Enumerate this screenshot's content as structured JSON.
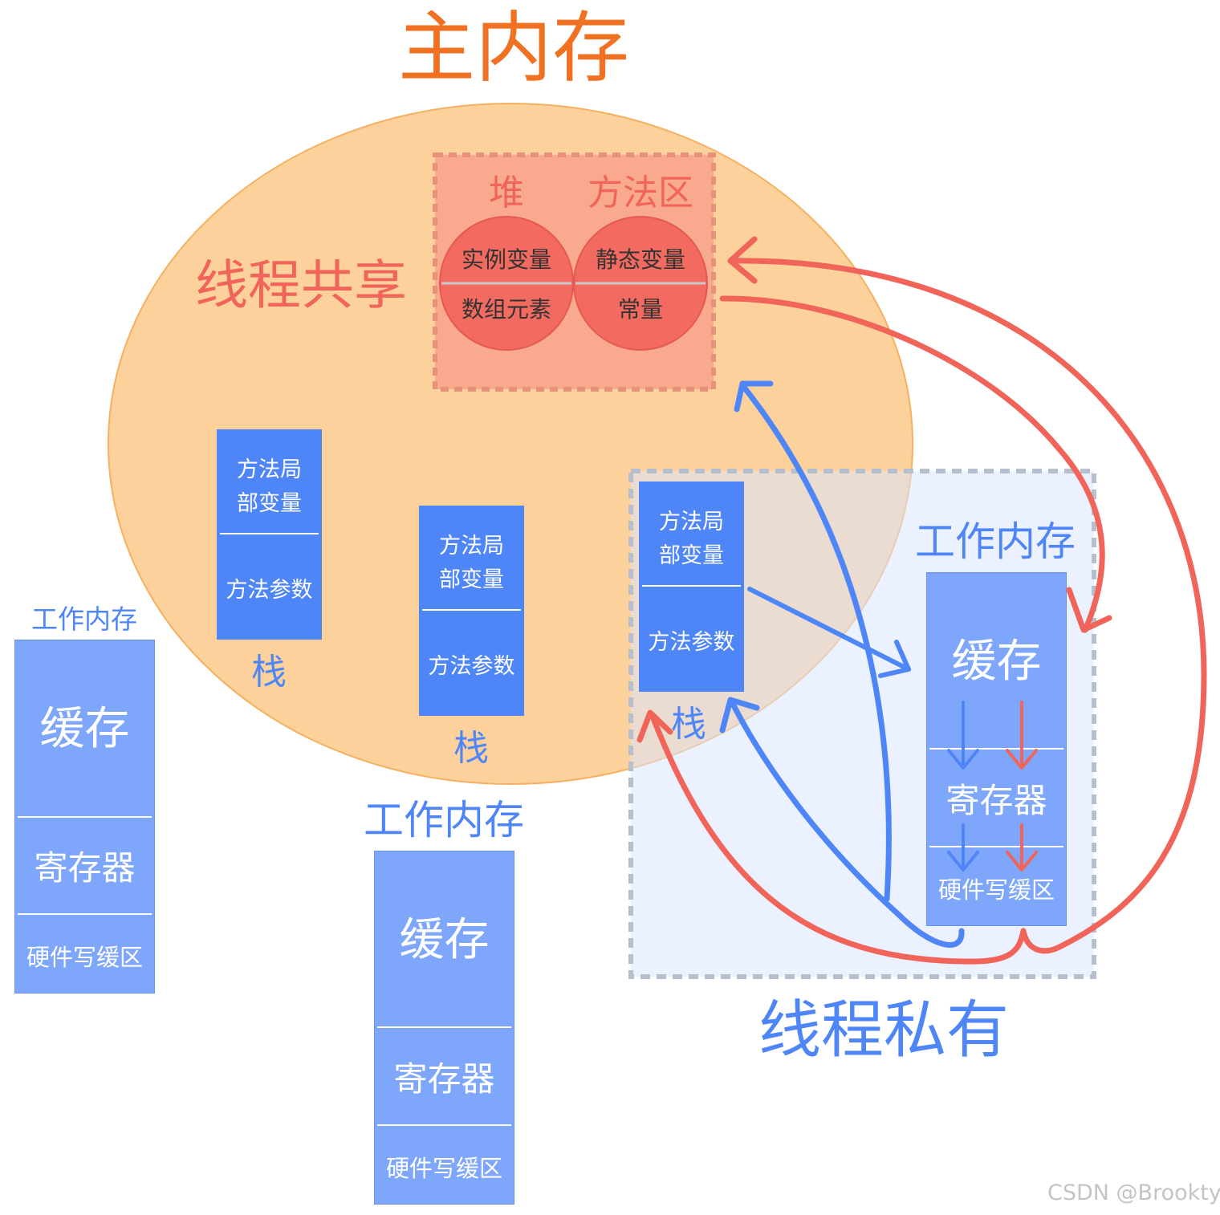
{
  "main_memory_title": "主内存",
  "thread_shared_label": "线程共享",
  "thread_private_label": "线程私有",
  "heap_label": "堆",
  "method_area_label": "方法区",
  "heap_circle": {
    "top": "实例变量",
    "bottom": "数组元素"
  },
  "method_area_circle": {
    "top": "静态变量",
    "bottom": "常量"
  },
  "stack_box": {
    "upper": [
      "方法局",
      "部变量"
    ],
    "lower": "方法参数",
    "caption": "栈"
  },
  "working_memory": {
    "title": "工作内存",
    "cache": "缓存",
    "register": "寄存器",
    "write_buffer": "硬件写缓区"
  },
  "watermark": "CSDN @Brookty",
  "colors": {
    "main_memory": "#f07122",
    "shared_ellipse": "#fdd19b",
    "red_accent": "#f0645a",
    "blue_accent": "#4f86f7",
    "working_box": "#7ea6fb",
    "private_area": "#dbe6fd"
  }
}
